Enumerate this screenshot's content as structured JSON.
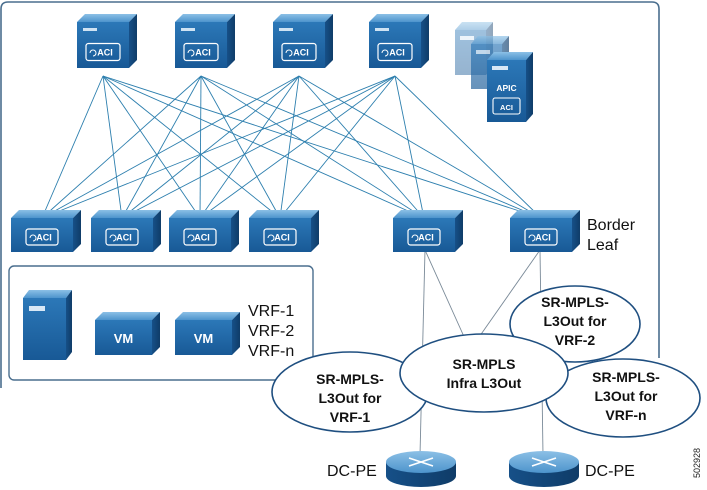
{
  "spine_label": "ACI",
  "leaf_label": "ACI",
  "apic_label": "APIC",
  "apic_badge": "ACI",
  "border_leaf_label": [
    "Border",
    "Leaf"
  ],
  "vm_labels": [
    "VM",
    "VM"
  ],
  "vrf_labels": [
    "VRF-1",
    "VRF-2",
    "VRF-n"
  ],
  "ellipses": {
    "infra": [
      "SR-MPLS",
      "Infra L3Out"
    ],
    "vrf1": [
      "SR-MPLS-",
      "L3Out for",
      "VRF-1"
    ],
    "vrf2": [
      "SR-MPLS-",
      "L3Out for",
      "VRF-2"
    ],
    "vrfn": [
      "SR-MPLS-",
      "L3Out for",
      "VRF-n"
    ]
  },
  "pe_labels": [
    "DC-PE",
    "DC-PE"
  ],
  "figure_number": "502928",
  "colors": {
    "device_top": "#4a90c8",
    "device_front": "#1f63a0",
    "device_dark": "#134a7c",
    "fabric_line": "#2d7fae",
    "border": "#4a6e8e"
  }
}
